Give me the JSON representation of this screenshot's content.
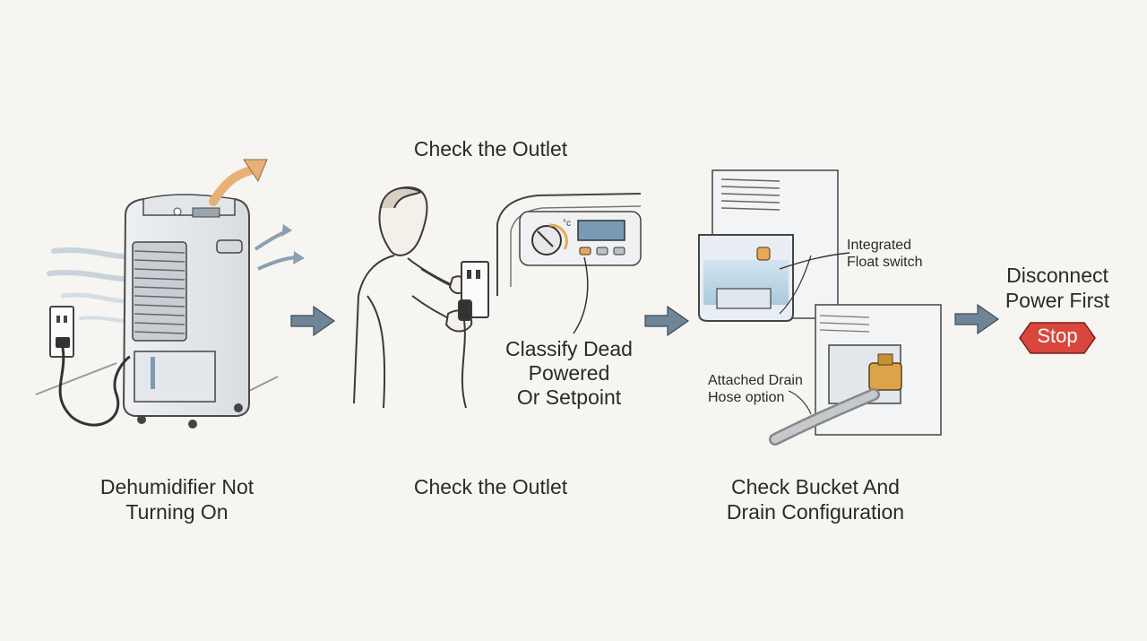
{
  "steps": {
    "step1": {
      "line1": "Dehumidifier Not",
      "line2": "Turning On"
    },
    "step2_top": "Check the Outlet",
    "step2_bottom": "Check the Outlet",
    "step2_note": {
      "line1": "Classify Dead",
      "line2": "Powered",
      "line3": "Or Setpoint"
    },
    "step3": {
      "line1": "Check Bucket And",
      "line2": "Drain Configuration"
    },
    "float_note": {
      "line1": "Integrated",
      "line2": "Float switch"
    },
    "drain_note": {
      "line1": "Attached Drain",
      "line2": "Hose option"
    },
    "final": {
      "line1": "Disconnect",
      "line2": "Power First",
      "stop": "Stop"
    }
  },
  "panel": {
    "temp_unit": "°c"
  },
  "colors": {
    "accent_orange": "#e8b078",
    "stop_red": "#d9473c",
    "arrow_blue": "#6f8597",
    "ink": "#2b2b2b"
  },
  "icons": [
    "dehumidifier-icon",
    "wall-outlet-icon",
    "person-plugging-icon",
    "control-panel-icon",
    "bucket-float-icon",
    "drain-hose-icon",
    "stop-sign-icon"
  ]
}
